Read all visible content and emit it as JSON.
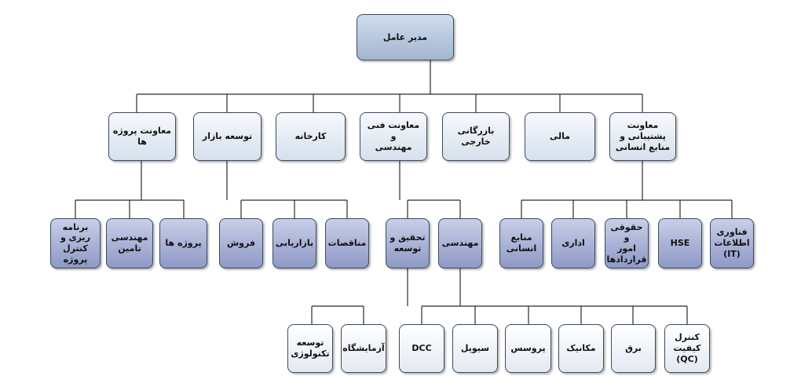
{
  "root": "مدیر عامل",
  "departments": {
    "support_hr": "معاونت پشتیبانی و\nمنابع انسانی",
    "finance": "مالی",
    "foreign_trade": "بازرگانی خارجی",
    "technical": "معاونت فنی و\nمهندسی",
    "factory": "کارخانه",
    "market_dev": "توسعه بازار",
    "projects": "معاونت پروژه ها"
  },
  "support_units": {
    "it": "فناوری\nاطلاعات\n(IT)",
    "hse": "HSE",
    "legal": "حقوقی و\nامور\nقراردادها",
    "admin": "اداری",
    "hr": "منابع انسانی"
  },
  "technical_units": {
    "engineering": "مهندسی",
    "rnd": "تحقیق و\nتوسعه"
  },
  "market_units": {
    "tenders": "مناقصات",
    "marketing": "بازاریابی",
    "sales": "فروش"
  },
  "project_units": {
    "projects": "پروژه ها",
    "supply_eng": "مهندسی\nتامین",
    "planning": "برنامه ریزی و\nکنترل پروژه"
  },
  "engineering_units": {
    "qc": "کنترل کیفیت\n(QC)",
    "electrical": "برق",
    "mechanical": "مکانیک",
    "process": "پروسس",
    "civil": "سیویل",
    "dcc": "DCC"
  },
  "rnd_units": {
    "lab": "آزمایشگاه",
    "tech_dev": "توسعه\nتکنولوژی"
  }
}
